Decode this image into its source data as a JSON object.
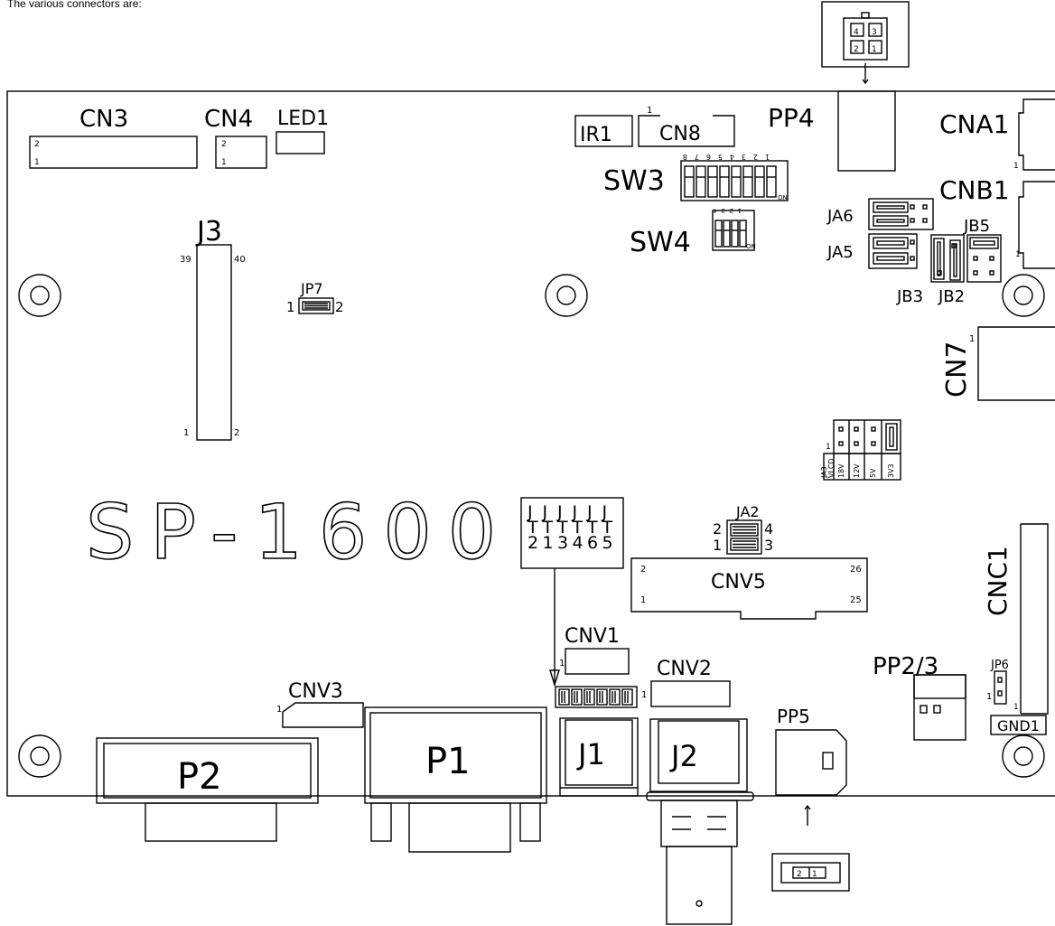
{
  "intro_text": "The various connectors are:",
  "board_name": "SP-1600",
  "labels": {
    "cn3": "CN3",
    "cn4": "CN4",
    "led1": "LED1",
    "ir1": "IR1",
    "cn8": "CN8",
    "cn8_pin": "1",
    "pp4": "PP4",
    "cna1": "CNA1",
    "cnb1": "CNB1",
    "sw3": "SW3",
    "sw4": "SW4",
    "ja6": "JA6",
    "ja5": "JA5",
    "jb5": "JB5",
    "jb3": "JB3",
    "jb2": "JB2",
    "j3": "J3",
    "jp7": "JP7",
    "cn7": "CN7",
    "ja2": "JA2",
    "cnv5": "CNV5",
    "cnc1": "CNC1",
    "cnv1": "CNV1",
    "cnv2": "CNV2",
    "cnv3": "CNV3",
    "pp2_3": "PP2/3",
    "jp6": "JP6",
    "gnd1": "GND1",
    "pp5": "PP5",
    "p1": "P1",
    "p2": "P2",
    "j1": "J1",
    "j2": "J2"
  },
  "pins": {
    "one": "1",
    "two": "2",
    "three": "3",
    "four": "4",
    "twenty_five": "25",
    "twenty_six": "26",
    "thirty_nine": "39",
    "forty": "40"
  },
  "sw3_numbers": [
    "8",
    "7",
    "6",
    "5",
    "4",
    "3",
    "2",
    "1"
  ],
  "sw4_numbers": [
    "4",
    "3",
    "2",
    "1"
  ],
  "sw_on": "ON",
  "ja3_labels": [
    "JA3\nVLCD",
    "18V",
    "12V",
    "5V",
    "3V3"
  ],
  "jt_headers": [
    {
      "top": "J",
      "mid": "T",
      "bot": "2"
    },
    {
      "top": "J",
      "mid": "T",
      "bot": "1"
    },
    {
      "top": "J",
      "mid": "T",
      "bot": "3"
    },
    {
      "top": "J",
      "mid": "T",
      "bot": "4"
    },
    {
      "top": "J",
      "mid": "T",
      "bot": "6"
    },
    {
      "top": "J",
      "mid": "T",
      "bot": "5"
    }
  ],
  "pp4_connector_pins": [
    "4",
    "3",
    "2",
    "1"
  ],
  "pp5_connector_pins": [
    "2",
    "1"
  ]
}
